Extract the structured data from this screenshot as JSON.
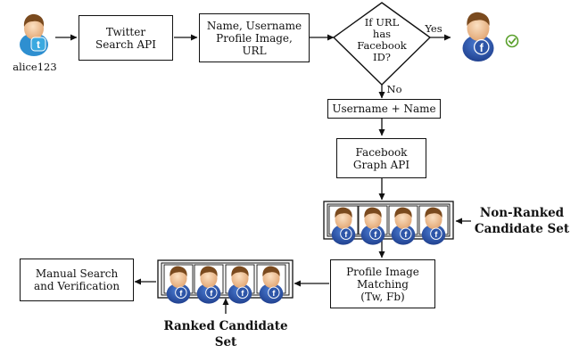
{
  "user_label": "alice123",
  "boxes": {
    "twitter_api": "Twitter\nSearch API",
    "profile_info": "Name, Username\nProfile Image,\nURL",
    "decision": "If URL\nhas\nFacebook\nID?",
    "username_name": "Username + Name",
    "graph_api": "Facebook\nGraph API",
    "image_matching": "Profile Image\nMatching\n(Tw, Fb)",
    "manual": "Manual Search\nand Verification"
  },
  "edge_labels": {
    "yes": "Yes",
    "no": "No"
  },
  "set_labels": {
    "non_ranked": "Non-Ranked\nCandidate Set",
    "ranked": "Ranked Candidate\nSet"
  },
  "colors": {
    "twitter": "#3aa9e0",
    "facebook": "#2d55a8",
    "check": "#5aa02c",
    "skin": "#f2c59a",
    "hair": "#7a4a1e"
  },
  "icons": {
    "twitter_user": "twitter-user-icon",
    "facebook_user": "facebook-user-icon",
    "check": "check-icon"
  }
}
